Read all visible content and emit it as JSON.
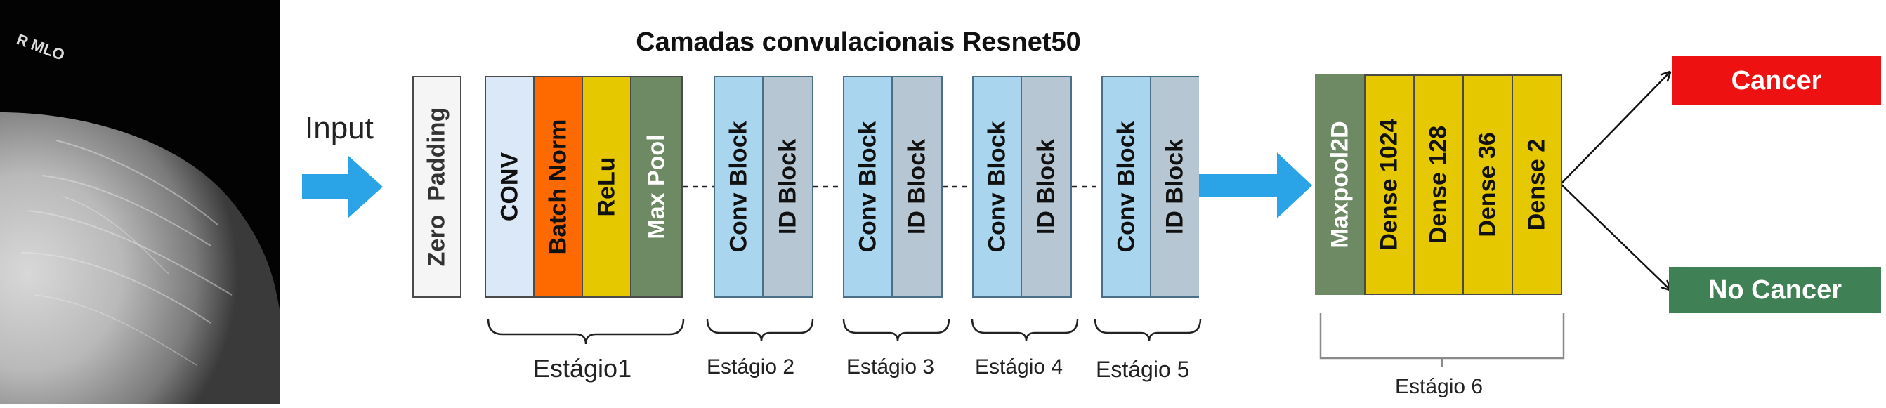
{
  "title": "Camadas convulacionais Resnet50",
  "input_label": "Input",
  "image_marker": "R MLO",
  "zero_padding": "Zero  Padding",
  "stage1_layers": [
    "CONV",
    "Batch Norm",
    "ReLu",
    "Max Pool"
  ],
  "conv_block": "Conv Block",
  "id_block": "ID Block",
  "head_layers": [
    "Maxpool2D",
    "Dense 1024",
    "Dense 128",
    "Dense 36",
    "Dense 2"
  ],
  "stage_labels": [
    "Estágio1",
    "Estágio 2",
    "Estágio 3",
    "Estágio 4",
    "Estágio 5",
    "Estágio 6"
  ],
  "outputs": {
    "positive": "Cancer",
    "negative": "No Cancer"
  },
  "colors": {
    "conv": "#dbe8f8",
    "batch_norm": "#ff6a00",
    "relu": "#e6c800",
    "max_pool": "#6d8a64",
    "conv_block": "#a9d6ee",
    "id_block": "#b7c6d3",
    "dense": "#e6c800",
    "cancer": "#ee1111",
    "no_cancer": "#3f8055",
    "arrow": "#2aa4e6"
  }
}
